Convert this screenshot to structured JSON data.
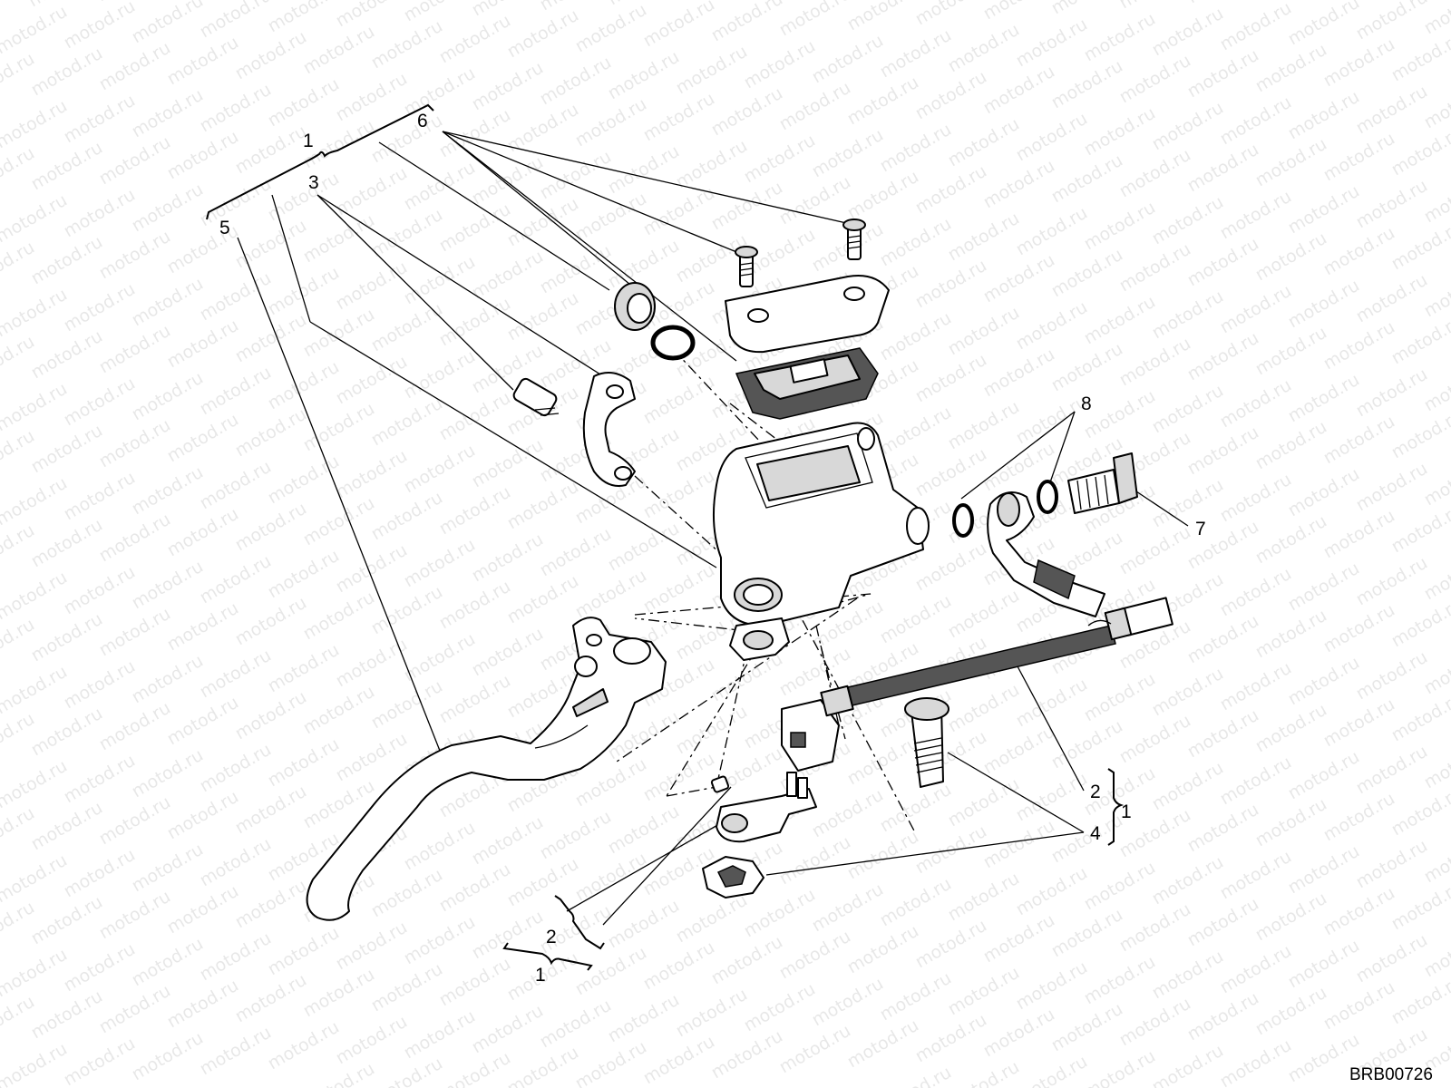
{
  "watermark": {
    "text": "motod.ru"
  },
  "drawing_code": "BRB00726",
  "callouts": {
    "c1_top": "1",
    "c3": "3",
    "c5": "5",
    "c6": "6",
    "c8": "8",
    "c7": "7",
    "c2_right": "2",
    "c4": "4",
    "c1_right": "1",
    "c2_bottom": "2",
    "c1_bottom": "1"
  }
}
